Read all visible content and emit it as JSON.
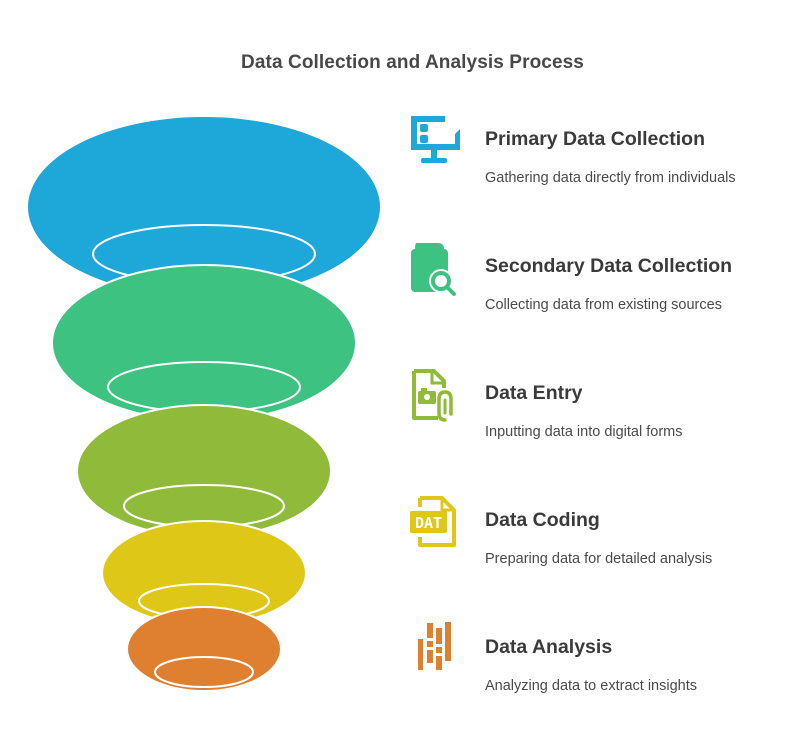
{
  "title": "Data Collection and Analysis Process",
  "colors": {
    "primary": "#1ea7d9",
    "secondary": "#3ec282",
    "entry": "#8fba3a",
    "coding": "#dfc718",
    "analysis": "#df8030",
    "ring": "#ffffff",
    "title_text": "#484848",
    "step_title_text": "#3a3a3a",
    "step_desc_text": "#4a4a4a"
  },
  "steps": [
    {
      "title": "Primary Data Collection",
      "description": "Gathering data directly from individuals",
      "icon": "monitor-icon",
      "color": "#1ea7d9"
    },
    {
      "title": "Secondary Data Collection",
      "description": "Collecting data from existing sources",
      "icon": "book-search-icon",
      "color": "#3ec282"
    },
    {
      "title": "Data Entry",
      "description": "Inputting data into digital forms",
      "icon": "file-attachment-icon",
      "color": "#8fba3a"
    },
    {
      "title": "Data Coding",
      "description": "Preparing data for detailed analysis",
      "icon": "dat-file-icon",
      "color": "#dfc718"
    },
    {
      "title": "Data Analysis",
      "description": "Analyzing data to extract insights",
      "icon": "bar-columns-icon",
      "color": "#df8030"
    }
  ],
  "dat_icon_label": "DAT"
}
